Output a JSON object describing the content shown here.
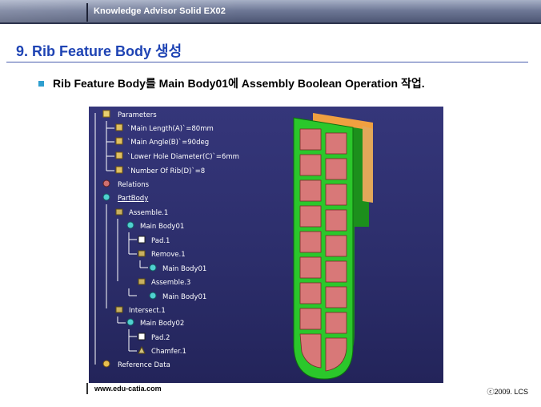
{
  "header": {
    "title": "Knowledge Advisor Solid EX02"
  },
  "slide": {
    "title": "9. Rib Feature Body 생성",
    "bullet": "Rib Feature Body를 Main Body01에 Assembly Boolean Operation 작업."
  },
  "tree": {
    "items": [
      {
        "label": "Parameters",
        "icon": "parameters-icon"
      },
      {
        "label": "`Main Length(A)`=80mm",
        "icon": "parameter-icon"
      },
      {
        "label": "`Main Angle(B)`=90deg",
        "icon": "parameter-icon"
      },
      {
        "label": "`Lower Hole Diameter(C)`=6mm",
        "icon": "parameter-icon"
      },
      {
        "label": "`Number Of Rib(D)`=8",
        "icon": "parameter-icon"
      },
      {
        "label": "Relations",
        "icon": "relations-icon"
      },
      {
        "label": "PartBody",
        "icon": "body-icon"
      },
      {
        "label": "Assemble.1",
        "icon": "assemble-icon"
      },
      {
        "label": "Main Body01",
        "icon": "body-icon"
      },
      {
        "label": "Pad.1",
        "icon": "pad-icon"
      },
      {
        "label": "Remove.1",
        "icon": "remove-icon"
      },
      {
        "label": "Main Body01",
        "icon": "body-icon"
      },
      {
        "label": "Assemble.3",
        "icon": "assemble-icon"
      },
      {
        "label": "Main Body01",
        "icon": "body-icon"
      },
      {
        "label": "Intersect.1",
        "icon": "intersect-icon"
      },
      {
        "label": "Main Body02",
        "icon": "body-icon"
      },
      {
        "label": "Pad.2",
        "icon": "pad-icon"
      },
      {
        "label": "Chamfer.1",
        "icon": "chamfer-icon"
      },
      {
        "label": "Reference Data",
        "icon": "reference-icon"
      }
    ]
  },
  "colors": {
    "title_blue": "#1f44b4",
    "bullet_blue": "#2f9fcf",
    "viewport_bg": "#2c2e6b",
    "part_green": "#2bc72b",
    "rib_pink": "#d87878",
    "top_orange": "#f0a040"
  },
  "footer": {
    "url": "www.edu-catia.com",
    "copyright": "ⓒ2009. LCS"
  }
}
